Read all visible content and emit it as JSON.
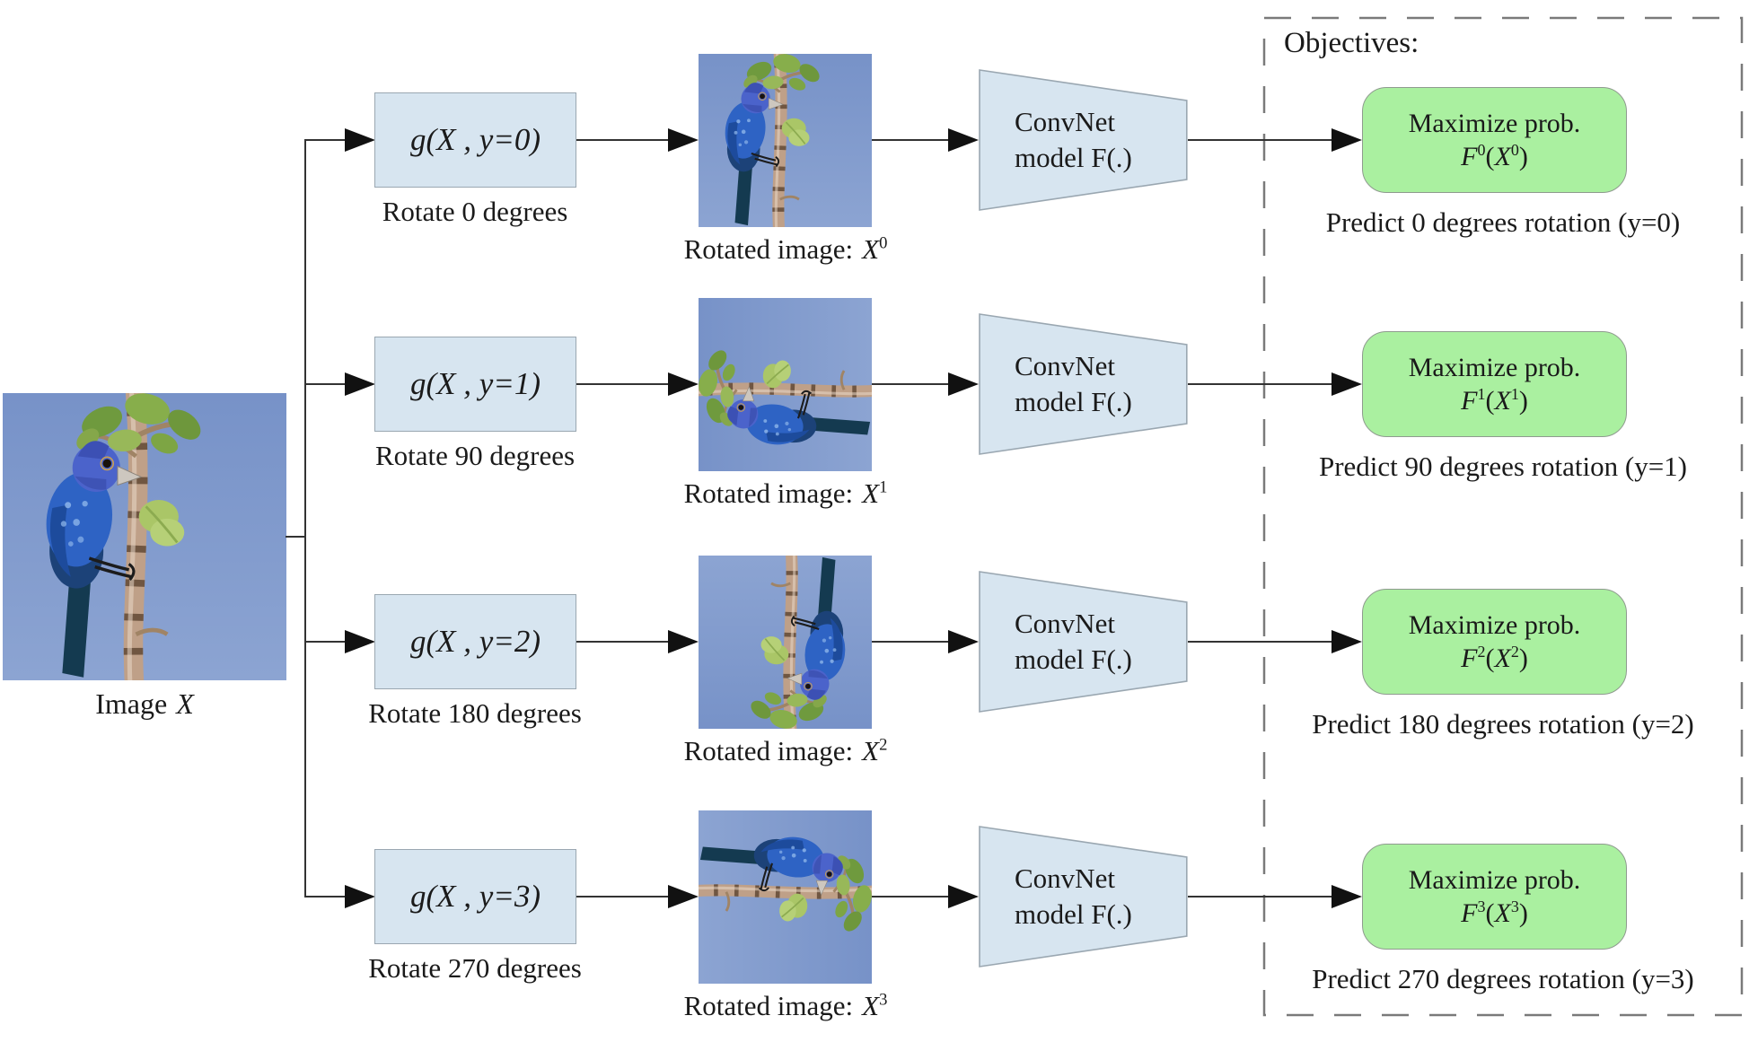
{
  "figure": {
    "input": {
      "label_prefix": "Image",
      "label_var": "X"
    },
    "objectives_title": "Objectives:",
    "convnet": {
      "line1": "ConvNet",
      "line2": "model F(.)"
    },
    "rows": [
      {
        "transform_label": "g(X , y=0)",
        "transform_caption": "Rotate 0 degrees",
        "rotated_prefix": "Rotated image:",
        "rotated_var": "X",
        "rotated_sup": "0",
        "objective_line1": "Maximize prob.",
        "formula": {
          "f": "F",
          "f_sup": "0",
          "open": "(",
          "x": "X",
          "x_sup": "0",
          "close": ")"
        },
        "predict_caption": "Predict 0 degrees rotation (y=0)"
      },
      {
        "transform_label": "g(X , y=1)",
        "transform_caption": "Rotate 90 degrees",
        "rotated_prefix": "Rotated image:",
        "rotated_var": "X",
        "rotated_sup": "1",
        "objective_line1": "Maximize prob.",
        "formula": {
          "f": "F",
          "f_sup": "1",
          "open": "(",
          "x": "X",
          "x_sup": "1",
          "close": ")"
        },
        "predict_caption": "Predict 90 degrees rotation (y=1)"
      },
      {
        "transform_label": "g(X , y=2)",
        "transform_caption": "Rotate 180 degrees",
        "rotated_prefix": "Rotated image:",
        "rotated_var": "X",
        "rotated_sup": "2",
        "objective_line1": "Maximize prob.",
        "formula": {
          "f": "F",
          "f_sup": "2",
          "open": "(",
          "x": "X",
          "x_sup": "2",
          "close": ")"
        },
        "predict_caption": "Predict 180 degrees rotation (y=2)"
      },
      {
        "transform_label": "g(X , y=3)",
        "transform_caption": "Rotate 270 degrees",
        "rotated_prefix": "Rotated image:",
        "rotated_var": "X",
        "rotated_sup": "3",
        "objective_line1": "Maximize prob.",
        "formula": {
          "f": "F",
          "f_sup": "3",
          "open": "(",
          "x": "X",
          "x_sup": "3",
          "close": ")"
        },
        "predict_caption": "Predict 270 degrees rotation (y=3)"
      }
    ],
    "colors": {
      "box_fill": "#d7e5f0",
      "box_border": "#9aa7b1",
      "objective_fill": "#aaf0a0",
      "objective_border": "#8f9b8f",
      "dashed_border": "#7a7a7a",
      "line_color": "#333333",
      "arrow_color": "#111111",
      "sky": "#7b94c9",
      "text_color": "#1a1a1a"
    }
  }
}
